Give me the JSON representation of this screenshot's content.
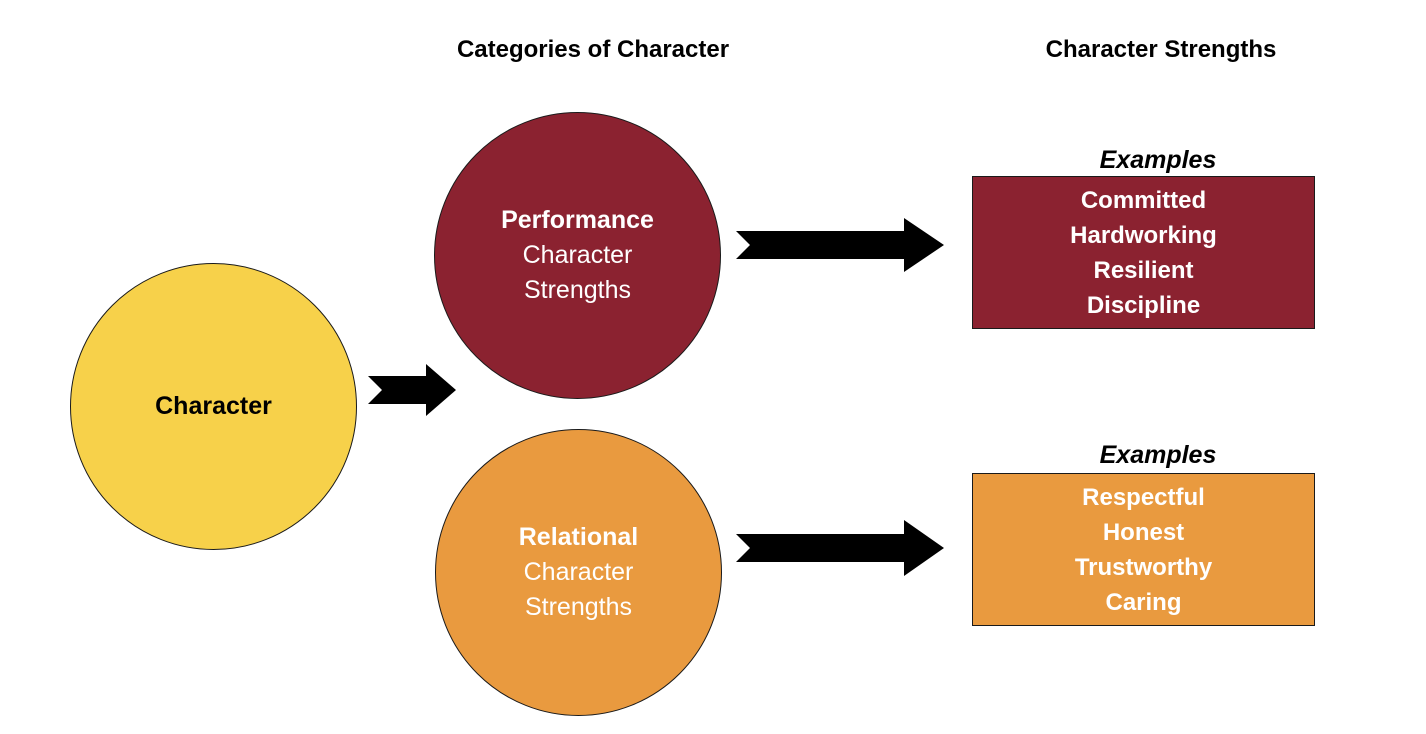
{
  "headers": {
    "categories": "Categories of Character",
    "strengths": "Character Strengths"
  },
  "root": {
    "label": "Character",
    "color": "#F7D14A"
  },
  "categories": [
    {
      "bold": "Performance",
      "line1": "Character",
      "line2": "Strengths",
      "color": "#8B2230",
      "examples_label": "Examples",
      "examples": [
        "Committed",
        "Hardworking",
        "Resilient",
        "Discipline"
      ]
    },
    {
      "bold": "Relational",
      "line1": "Character",
      "line2": "Strengths",
      "color": "#E99A3F",
      "examples_label": "Examples",
      "examples": [
        "Respectful",
        "Honest",
        "Trustworthy",
        "Caring"
      ]
    }
  ]
}
